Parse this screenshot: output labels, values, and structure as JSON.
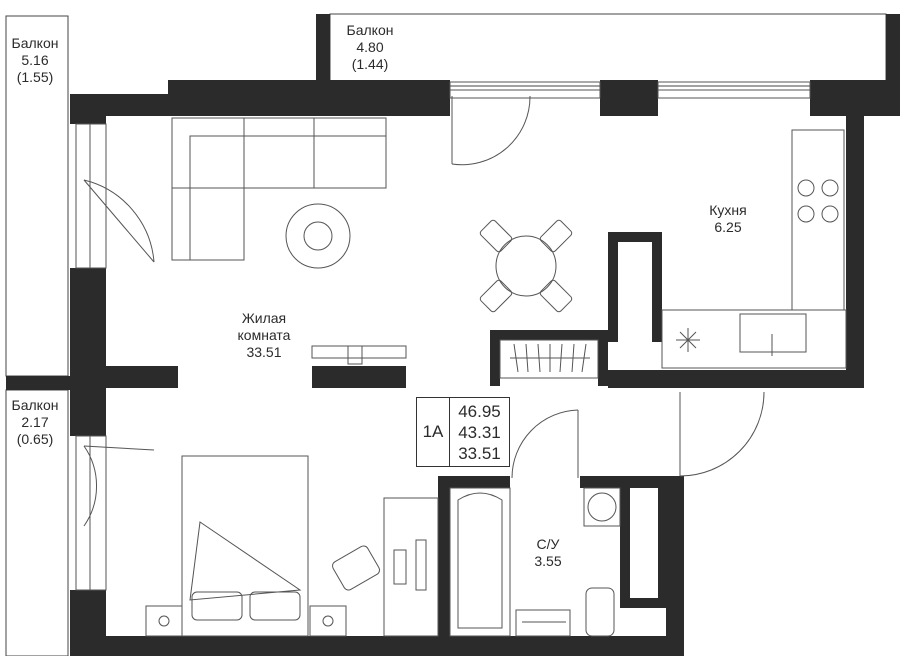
{
  "balconies": [
    {
      "name": "Балкон",
      "area": "5.16",
      "sub_area": "(1.55)"
    },
    {
      "name": "Балкон",
      "area": "4.80",
      "sub_area": "(1.44)"
    },
    {
      "name": "Балкон",
      "area": "2.17",
      "sub_area": "(0.65)"
    }
  ],
  "rooms": {
    "living": {
      "name_line1": "Жилая",
      "name_line2": "комната",
      "area": "33.51"
    },
    "kitchen": {
      "name": "Кухня",
      "area": "6.25"
    },
    "bathroom": {
      "name": "С/У",
      "area": "3.55"
    }
  },
  "summary": {
    "apartment_type": "1А",
    "total_area": "46.95",
    "area_2": "43.31",
    "living_area": "33.51"
  },
  "colors": {
    "wall": "#2b2b2b",
    "line": "#555555",
    "background": "#ffffff"
  }
}
